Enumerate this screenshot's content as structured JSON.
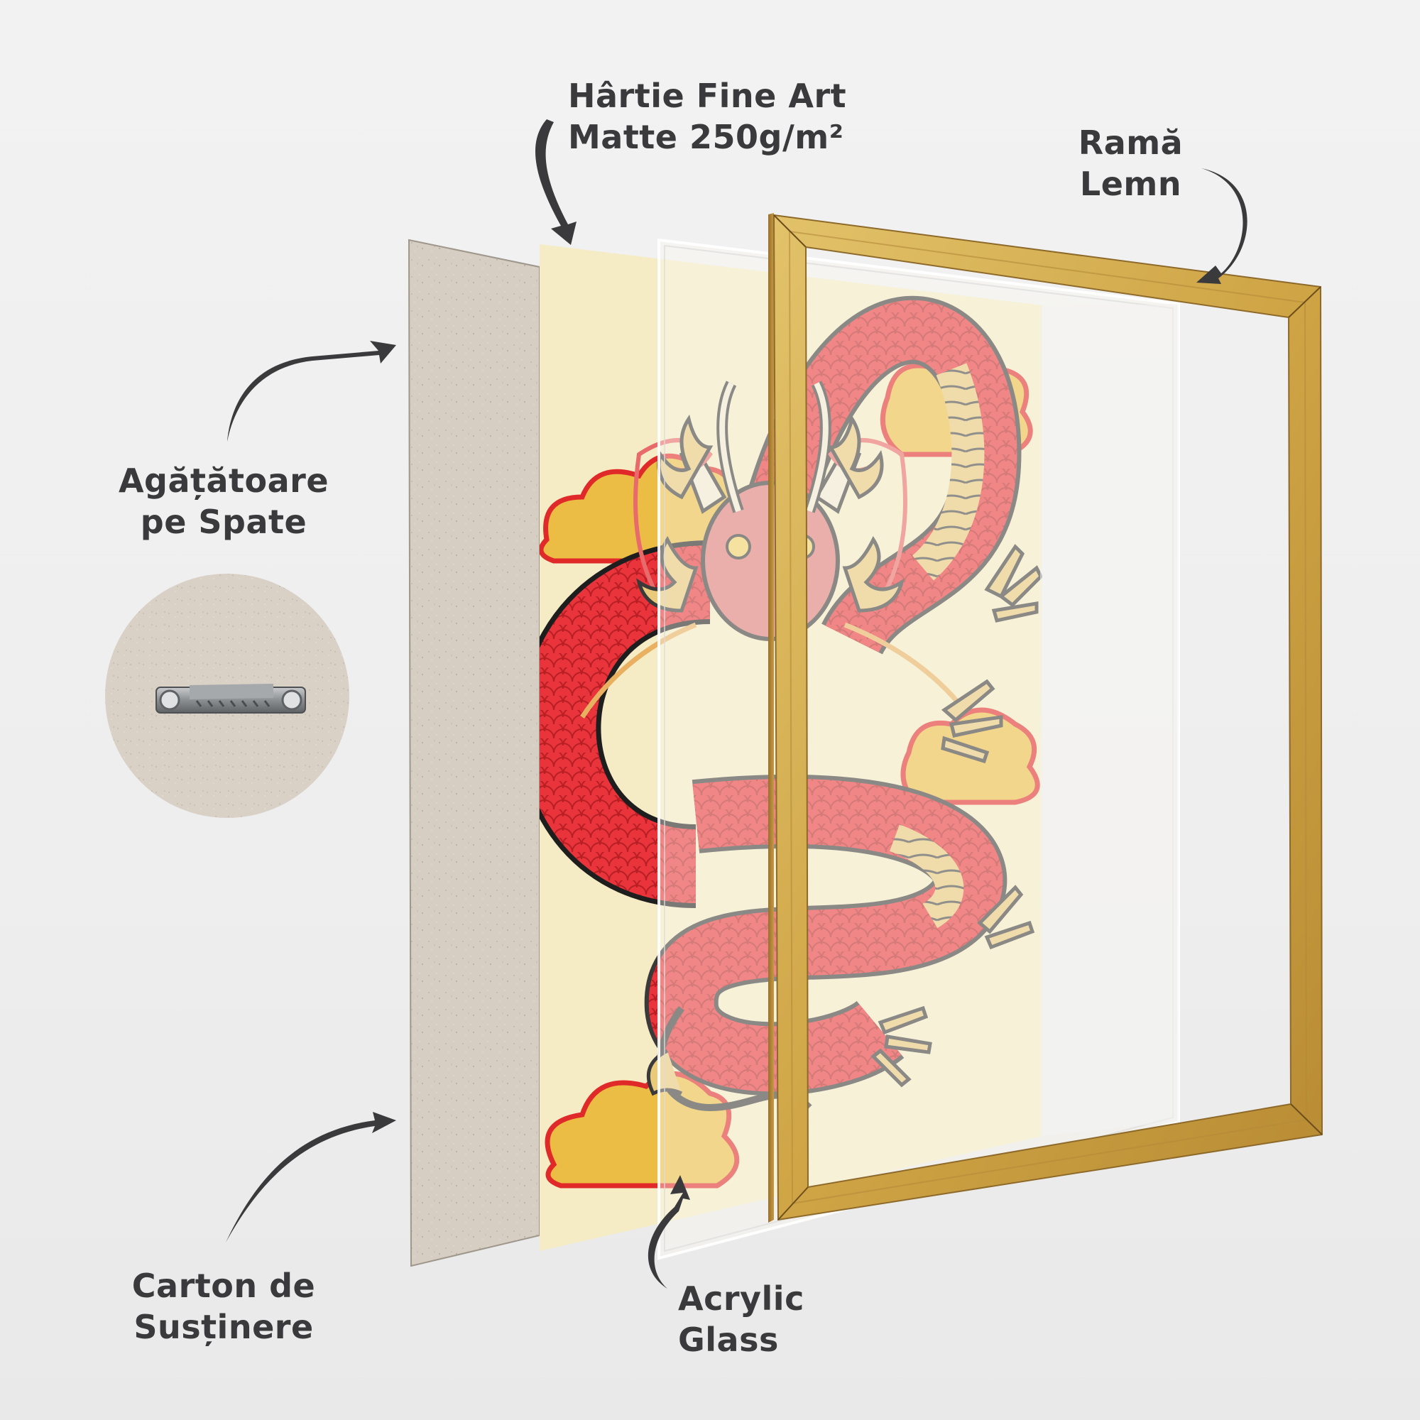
{
  "diagram": {
    "title": "Exploded view of framed dragon print",
    "labels": {
      "paper": {
        "line1": "Hârtie Fine Art",
        "line2": "Matte 250g/m²"
      },
      "frame": {
        "line1": "Ramă",
        "line2": "Lemn"
      },
      "hanger": {
        "line1": "Agățătoare",
        "line2": "pe Spate"
      },
      "backing": {
        "line1": "Carton de",
        "line2": "Susținere"
      },
      "glass": {
        "line1": "Acrylic",
        "line2": "Glass"
      }
    },
    "layers": [
      {
        "name": "Carton de Susținere",
        "color": "#d6cec2"
      },
      {
        "name": "Hârtie Fine Art Matte 250g/m²",
        "color": "#f5ecc6"
      },
      {
        "name": "Acrylic Glass",
        "color": "#f4f1e6"
      },
      {
        "name": "Ramă Lemn",
        "color": "#d4ad4a"
      }
    ],
    "artwork": {
      "subject": "red dragon with golden clouds",
      "colors": {
        "scales": "#e8343a",
        "belly": "#e9c97a",
        "cloud": "#ecbd45",
        "cloud_outline": "#e02a2a",
        "ink": "#3a3a3a"
      }
    },
    "detail_inset": {
      "subject": "sawtooth hanger on backing board",
      "bg": "#d9d1c6",
      "metal": "#8f9294"
    },
    "colors": {
      "background": "#efefef",
      "text": "#3a3a3c",
      "arrow": "#3a3a3c"
    }
  }
}
